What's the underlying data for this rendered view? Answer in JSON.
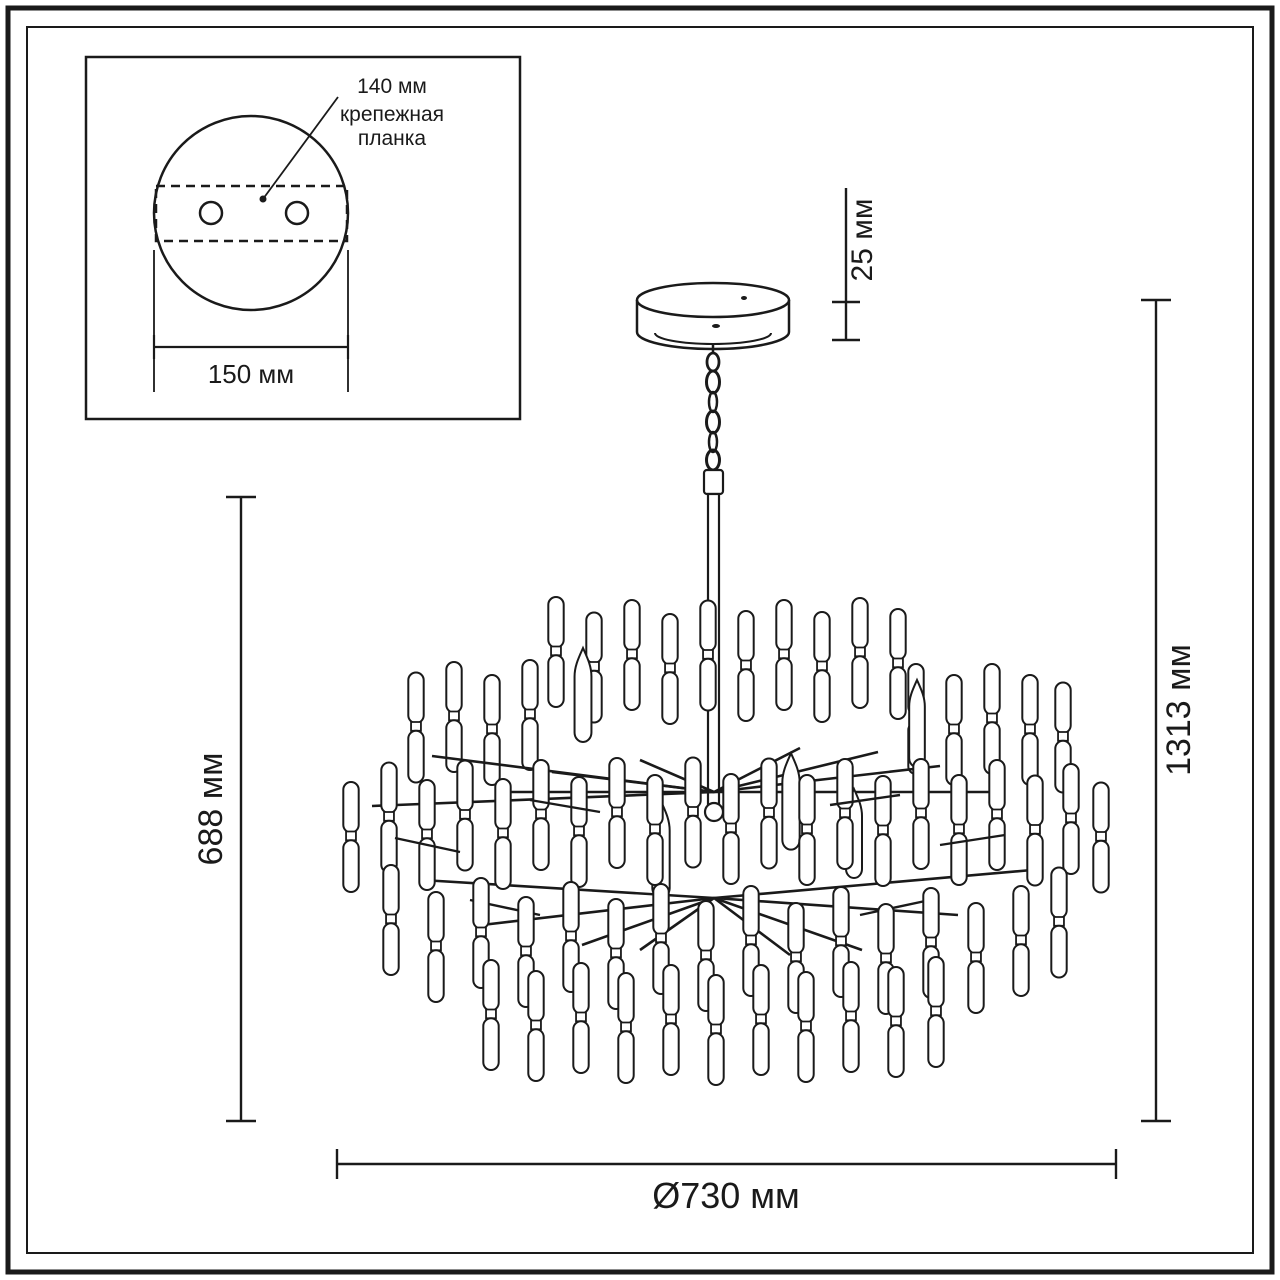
{
  "style": {
    "ink": "#1a1a1a",
    "background": "#ffffff"
  },
  "inset": {
    "dim_140": "140 мм",
    "bracket_line1": "крепежная",
    "bracket_line2": "планка",
    "dim_150": "150 мм"
  },
  "dims": {
    "canopy": "25 мм",
    "body_height": "688 мм",
    "total_height": "1313 мм",
    "diameter": "Ø730 мм"
  }
}
